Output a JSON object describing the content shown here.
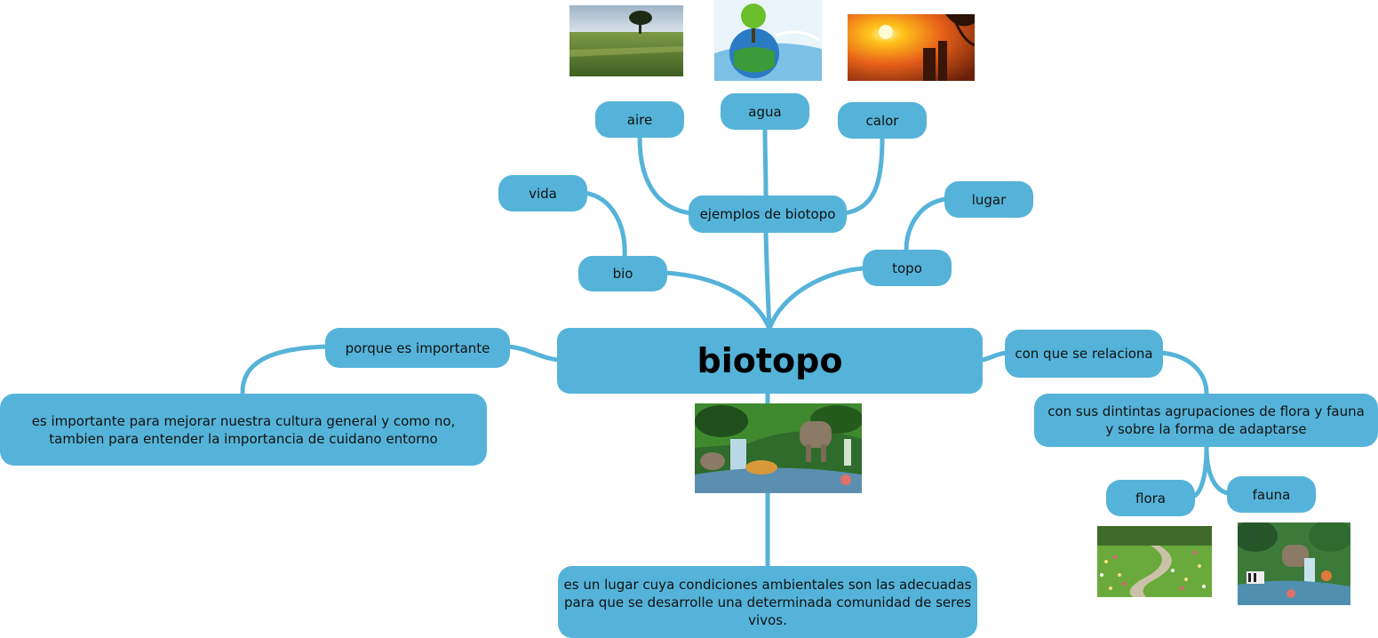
{
  "center": "biotopo",
  "nodes": {
    "aire": "aire",
    "agua": "agua",
    "calor": "calor",
    "vida": "vida",
    "ejemplos": "ejemplos de biotopo",
    "lugar": "lugar",
    "bio": "bio",
    "topo": "topo",
    "porque": "porque es importante",
    "importante": "es importante para mejorar nuestra cultura general y como no, tambien para entender la importancia de cuidano entorno",
    "relaciona": "con que se relaciona",
    "agrupaciones": "con sus dintintas agrupaciones de flora y fauna y sobre la forma de adaptarse",
    "flora": "flora",
    "fauna": "fauna",
    "definicion": "es un lugar cuya condiciones ambientales son las adecuadas para que se desarrolle una determinada comunidad de seres vivos."
  },
  "images": {
    "aire": "wheat field with tree",
    "agua": "earth globe with tree and water",
    "calor": "bright sun over city",
    "biotopo": "jungle with animals",
    "flora": "flower meadow path",
    "fauna": "tropical animals scene"
  },
  "colors": {
    "node": "#55b3d9",
    "link": "#55b3d9"
  }
}
